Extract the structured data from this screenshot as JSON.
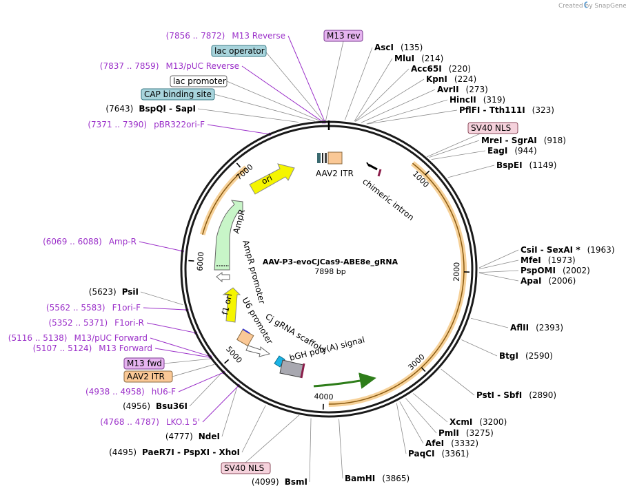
{
  "credit": "Created by SnapGene",
  "plasmid": {
    "name": "AAV-P3-evoCjCas9-ABE8e_gRNA",
    "length": "7898 bp",
    "total_bp": 7898
  },
  "colors": {
    "primer": "#9b30c9",
    "ring": "#1a1a1a",
    "orange": "#f0a830",
    "yellow": "#f5f500",
    "green": "#c8f5c8",
    "tan": "#fac896",
    "gray": "#a8a8b0",
    "cyan": "#19b4e6"
  },
  "ticks": [
    1000,
    2000,
    3000,
    4000,
    5000,
    6000,
    7000
  ],
  "enzymes_right": [
    {
      "name": "AscI",
      "pos": "(135)"
    },
    {
      "name": "MluI",
      "pos": "(214)"
    },
    {
      "name": "Acc65I",
      "pos": "(220)"
    },
    {
      "name": "KpnI",
      "pos": "(224)"
    },
    {
      "name": "AvrII",
      "pos": "(273)"
    },
    {
      "name": "HincII",
      "pos": "(319)"
    },
    {
      "name": "PflFI  -  Tth111I",
      "pos": "(323)"
    },
    {
      "name": "MreI  -  SgrAI",
      "pos": "(918)"
    },
    {
      "name": "EagI",
      "pos": "(944)"
    },
    {
      "name": "BspEI",
      "pos": "(1149)"
    },
    {
      "name": "CsiI  -  SexAI *",
      "pos": "(1963)"
    },
    {
      "name": "MfeI",
      "pos": "(1973)"
    },
    {
      "name": "PspOMI",
      "pos": "(2002)"
    },
    {
      "name": "ApaI",
      "pos": "(2006)"
    },
    {
      "name": "AflII",
      "pos": "(2393)"
    },
    {
      "name": "BtgI",
      "pos": "(2590)"
    },
    {
      "name": "PstI  -  SbfI",
      "pos": "(2890)"
    },
    {
      "name": "XcmI",
      "pos": "(3200)"
    },
    {
      "name": "PmlI",
      "pos": "(3275)"
    },
    {
      "name": "AfeI",
      "pos": "(3332)"
    },
    {
      "name": "PaqCI",
      "pos": "(3361)"
    },
    {
      "name": "BamHI",
      "pos": "(3865)"
    }
  ],
  "enzymes_left": [
    {
      "pos": "(7643)",
      "name": "BspQI  -  SapI"
    },
    {
      "pos": "(5623)",
      "name": "PsiI"
    },
    {
      "pos": "(4956)",
      "name": "Bsu36I"
    },
    {
      "pos": "(4777)",
      "name": "NdeI"
    },
    {
      "pos": "(4495)",
      "name": "PaeR7I  -  PspXI  -  XhoI"
    },
    {
      "pos": "(4099)",
      "name": "BsmI"
    }
  ],
  "primers": [
    {
      "range": "(7856 .. 7872)",
      "name": "M13 Reverse"
    },
    {
      "range": "(7837 .. 7859)",
      "name": "M13/pUC Reverse"
    },
    {
      "range": "(7371 .. 7390)",
      "name": "pBR322ori-F"
    },
    {
      "range": "(6069 .. 6088)",
      "name": "Amp-R"
    },
    {
      "range": "(5562 .. 5583)",
      "name": "F1ori-F"
    },
    {
      "range": "(5352 .. 5371)",
      "name": "F1ori-R"
    },
    {
      "range": "(5116 .. 5138)",
      "name": "M13/pUC Forward"
    },
    {
      "range": "(5107 .. 5124)",
      "name": "M13 Forward"
    },
    {
      "range": "(4938 .. 4958)",
      "name": "hU6-F"
    },
    {
      "range": "(4768 .. 4787)",
      "name": "LKO.1 5'"
    }
  ],
  "boxed_labels": [
    {
      "text": "M13 rev",
      "kind": "purple"
    },
    {
      "text": "lac operator",
      "kind": "teal"
    },
    {
      "text": "lac promoter",
      "kind": "white"
    },
    {
      "text": "CAP binding site",
      "kind": "teal"
    },
    {
      "text": "SV40 NLS",
      "kind": "pink"
    },
    {
      "text": "M13 fwd",
      "kind": "purple"
    },
    {
      "text": "AAV2 ITR",
      "kind": "tan"
    },
    {
      "text": "SV40 NLS",
      "kind": "pink"
    }
  ],
  "features": [
    {
      "text": "AAV2 ITR"
    },
    {
      "text": "chimeric intron"
    },
    {
      "text": "ori"
    },
    {
      "text": "AmpR"
    },
    {
      "text": "AmpR promoter"
    },
    {
      "text": "f1 ori"
    },
    {
      "text": "U6 promoter"
    },
    {
      "text": "Cj gRNA scaffold"
    },
    {
      "text": "bGH poly(A) signal"
    }
  ]
}
